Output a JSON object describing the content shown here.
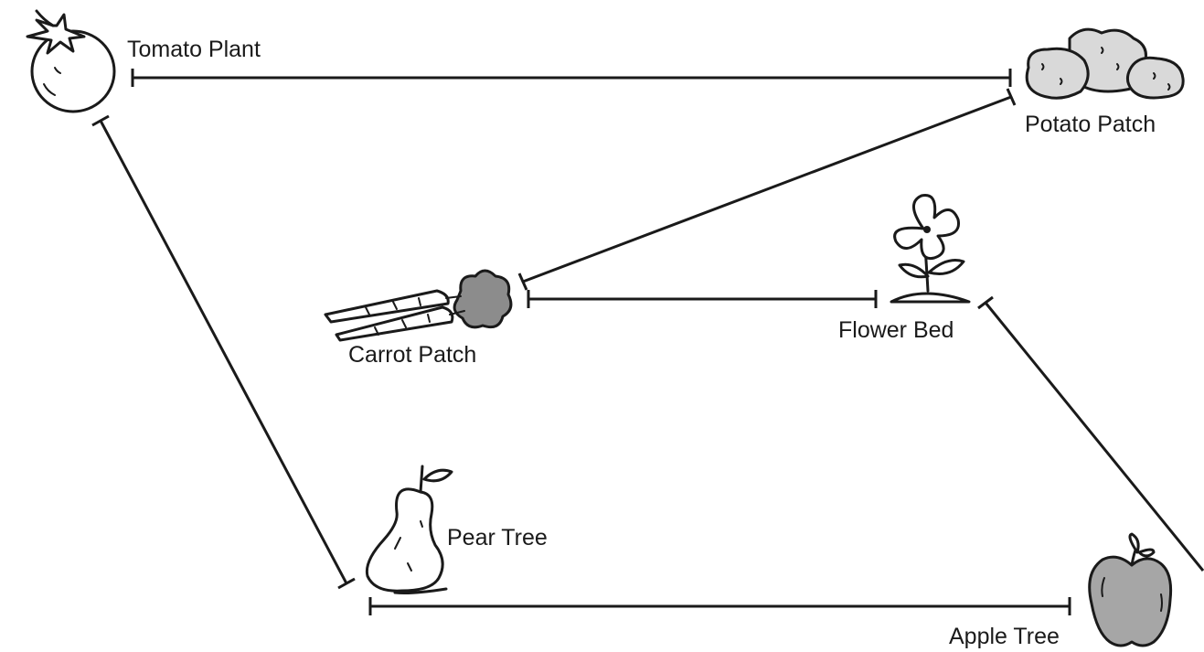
{
  "nodes": [
    {
      "id": "tomato",
      "label": "Tomato Plant",
      "icon": "tomato-icon"
    },
    {
      "id": "potato",
      "label": "Potato Patch",
      "icon": "potato-icon"
    },
    {
      "id": "flower",
      "label": "Flower Bed",
      "icon": "flower-icon"
    },
    {
      "id": "carrot",
      "label": "Carrot Patch",
      "icon": "carrot-icon"
    },
    {
      "id": "pear",
      "label": "Pear Tree",
      "icon": "pear-icon"
    },
    {
      "id": "apple",
      "label": "Apple Tree",
      "icon": "apple-icon"
    }
  ],
  "edges": [
    {
      "from": "tomato",
      "to": "potato"
    },
    {
      "from": "tomato",
      "to": "pear"
    },
    {
      "from": "carrot",
      "to": "potato"
    },
    {
      "from": "carrot",
      "to": "flower"
    },
    {
      "from": "flower",
      "to": "apple"
    },
    {
      "from": "pear",
      "to": "apple"
    }
  ],
  "colors": {
    "ink": "#1a1a1a",
    "potato_fill": "#d9d9d9",
    "broccoli_fill": "#8c8c8c",
    "apple_fill": "#a6a6a6"
  }
}
